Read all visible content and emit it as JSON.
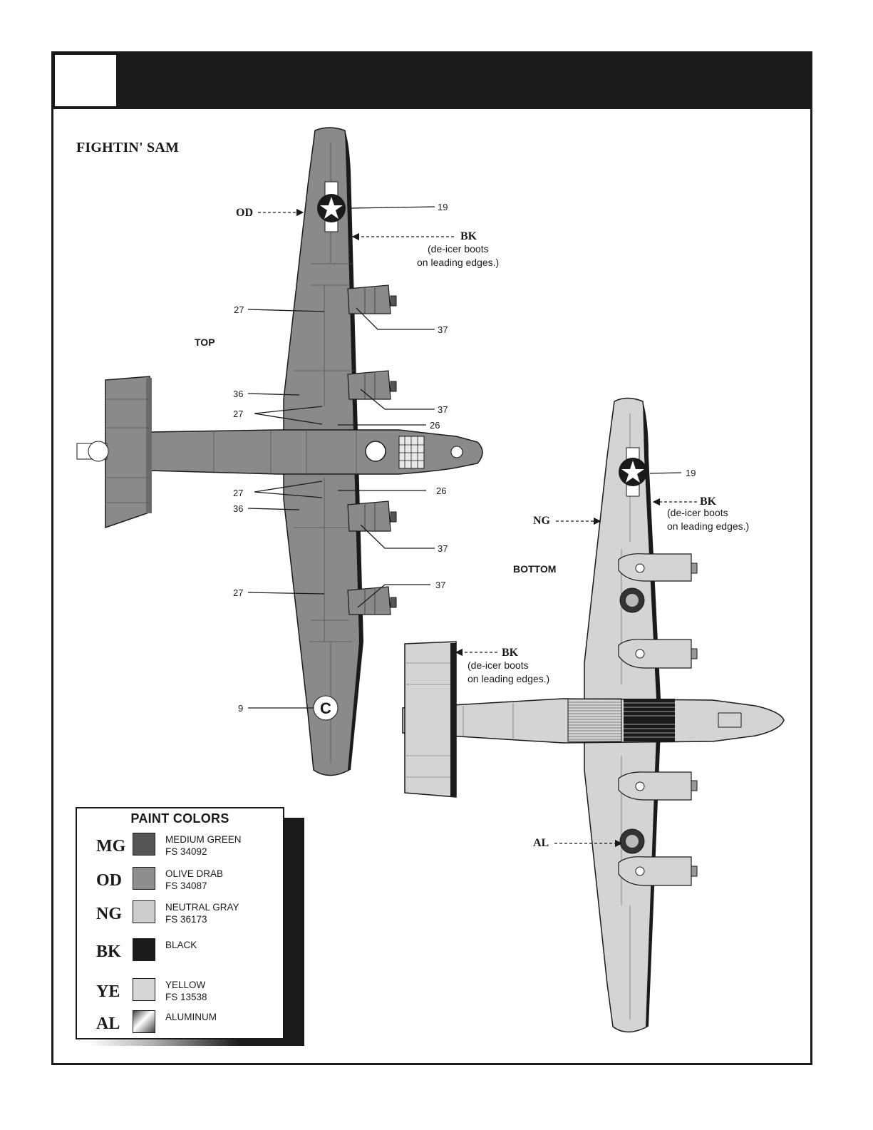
{
  "scheme_title": "FIGHTIN' SAM",
  "views": {
    "top": "TOP",
    "bottom": "BOTTOM"
  },
  "top_callouts": {
    "od": "OD",
    "bk_code": "BK",
    "bk_note_1": "(de-icer boots",
    "bk_note_2": "on leading edges.)",
    "n19": "19",
    "n27a": "27",
    "n37a": "37",
    "n36a": "36",
    "n27b": "27",
    "n37b": "37",
    "n26a": "26",
    "n27c": "27",
    "n26b": "26",
    "n36b": "36",
    "n37c": "37",
    "n27d": "27",
    "n37d": "37",
    "n9": "9"
  },
  "bottom_callouts": {
    "n19": "19",
    "bk_code": "BK",
    "bk_note_1": "(de-icer boots",
    "bk_note_2": "on leading edges.)",
    "ng": "NG",
    "tail_bk_code": "BK",
    "tail_bk_note_1": "(de-icer boots",
    "tail_bk_note_2": "on leading edges.)",
    "al": "AL"
  },
  "markings": {
    "tail_letter": "C"
  },
  "legend": {
    "title": "PAINT COLORS",
    "items": [
      {
        "code": "MG",
        "name": "MEDIUM GREEN",
        "fs": "FS 34092",
        "color": "#555555"
      },
      {
        "code": "OD",
        "name": "OLIVE DRAB",
        "fs": "FS 34087",
        "color": "#8e8e8e"
      },
      {
        "code": "NG",
        "name": "NEUTRAL GRAY",
        "fs": "FS 36173",
        "color": "#cdcdcd"
      },
      {
        "code": "BK",
        "name": "BLACK",
        "fs": "",
        "color": "#1a1a1a"
      },
      {
        "code": "YE",
        "name": "YELLOW",
        "fs": "FS 13538",
        "color": "#d6d6d6"
      },
      {
        "code": "AL",
        "name": "ALUMINUM",
        "fs": "",
        "color": "metallic"
      }
    ]
  },
  "colors": {
    "olive_drab": "#8a8a8a",
    "neutral_gray": "#d4d4d4",
    "black": "#1a1a1a"
  }
}
